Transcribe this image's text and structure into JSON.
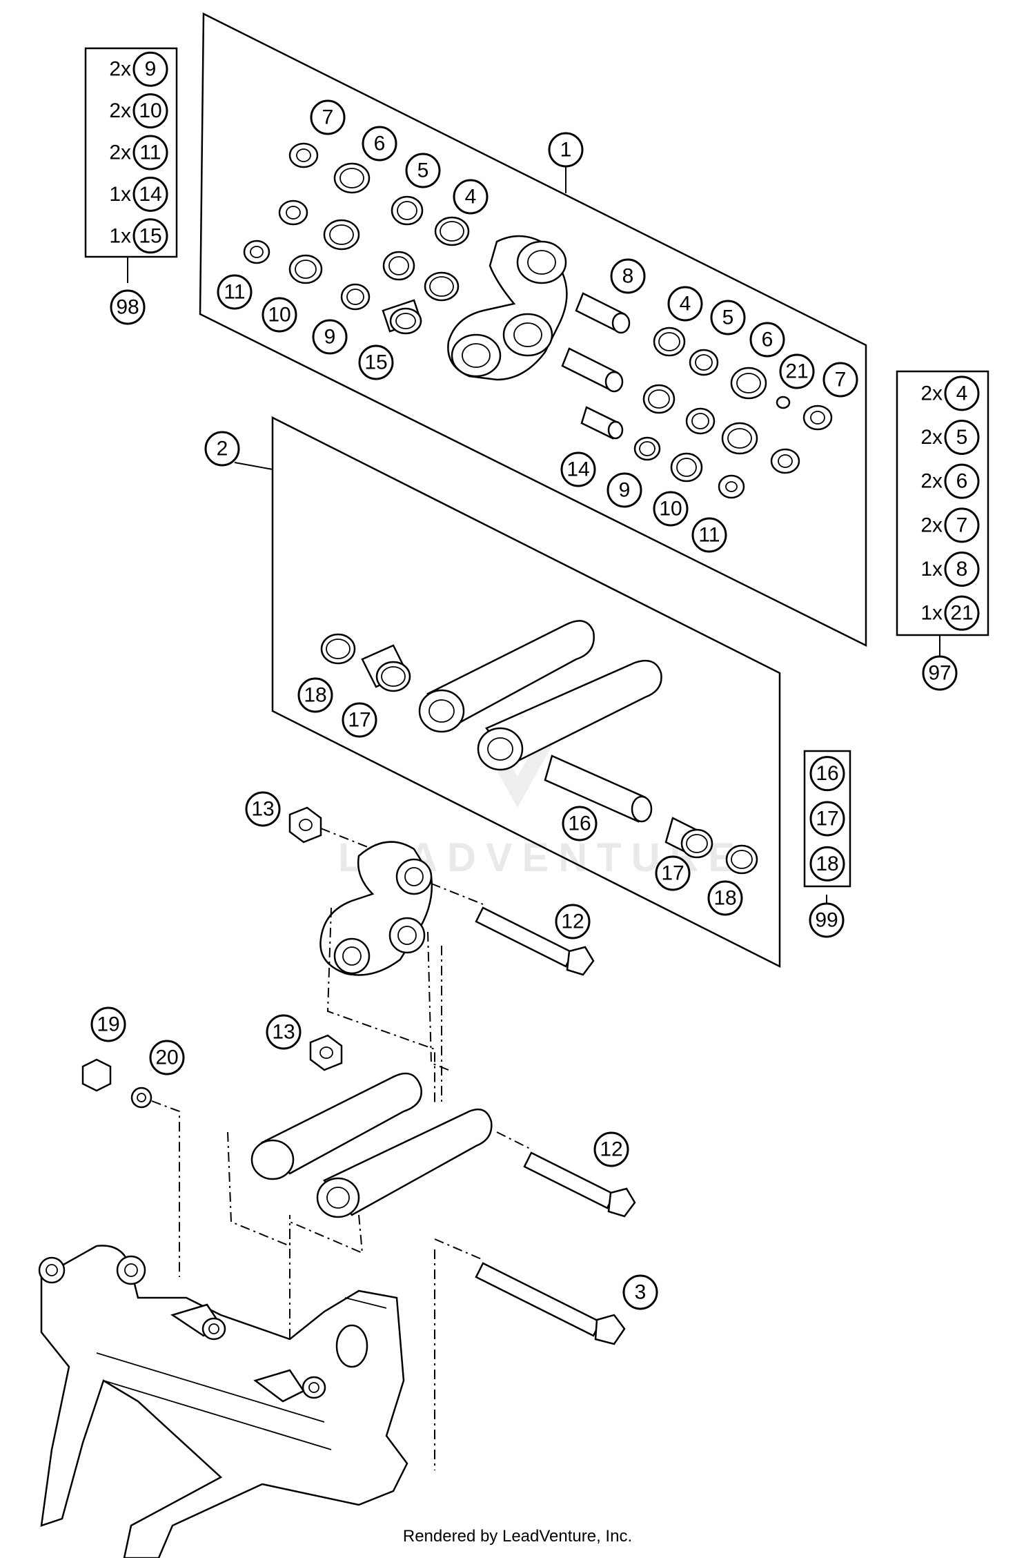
{
  "watermark": "LEADVENTURE",
  "footer": "Rendered by LeadVenture, Inc.",
  "callouts": [
    {
      "id": "c1",
      "num": "1"
    },
    {
      "id": "c2",
      "num": "2"
    },
    {
      "id": "c3",
      "num": "3"
    },
    {
      "id": "c4a",
      "num": "4"
    },
    {
      "id": "c4b",
      "num": "4"
    },
    {
      "id": "c5a",
      "num": "5"
    },
    {
      "id": "c5b",
      "num": "5"
    },
    {
      "id": "c6a",
      "num": "6"
    },
    {
      "id": "c6b",
      "num": "6"
    },
    {
      "id": "c7a",
      "num": "7"
    },
    {
      "id": "c7b",
      "num": "7"
    },
    {
      "id": "c8",
      "num": "8"
    },
    {
      "id": "c9a",
      "num": "9"
    },
    {
      "id": "c9b",
      "num": "9"
    },
    {
      "id": "c10a",
      "num": "10"
    },
    {
      "id": "c10b",
      "num": "10"
    },
    {
      "id": "c11a",
      "num": "11"
    },
    {
      "id": "c11b",
      "num": "11"
    },
    {
      "id": "c12a",
      "num": "12"
    },
    {
      "id": "c12b",
      "num": "12"
    },
    {
      "id": "c13a",
      "num": "13"
    },
    {
      "id": "c13b",
      "num": "13"
    },
    {
      "id": "c14",
      "num": "14"
    },
    {
      "id": "c15",
      "num": "15"
    },
    {
      "id": "c16",
      "num": "16"
    },
    {
      "id": "c17",
      "num": "17"
    },
    {
      "id": "c18",
      "num": "18"
    },
    {
      "id": "c17b",
      "num": "17"
    },
    {
      "id": "c18b",
      "num": "18"
    },
    {
      "id": "c19",
      "num": "19"
    },
    {
      "id": "c20",
      "num": "20"
    },
    {
      "id": "c21",
      "num": "21"
    }
  ],
  "kits": [
    {
      "id": "kit98",
      "label": "98",
      "items": [
        {
          "qty": "2x",
          "num": "9"
        },
        {
          "qty": "2x",
          "num": "10"
        },
        {
          "qty": "2x",
          "num": "11"
        },
        {
          "qty": "1x",
          "num": "14"
        },
        {
          "qty": "1x",
          "num": "15"
        }
      ]
    },
    {
      "id": "kit97",
      "label": "97",
      "items": [
        {
          "qty": "2x",
          "num": "4"
        },
        {
          "qty": "2x",
          "num": "5"
        },
        {
          "qty": "2x",
          "num": "6"
        },
        {
          "qty": "2x",
          "num": "7"
        },
        {
          "qty": "1x",
          "num": "8"
        },
        {
          "qty": "1x",
          "num": "21"
        }
      ]
    },
    {
      "id": "kit99",
      "label": "99",
      "items": [
        {
          "qty": "",
          "num": "16"
        },
        {
          "qty": "",
          "num": "17"
        },
        {
          "qty": "",
          "num": "18"
        }
      ]
    }
  ]
}
